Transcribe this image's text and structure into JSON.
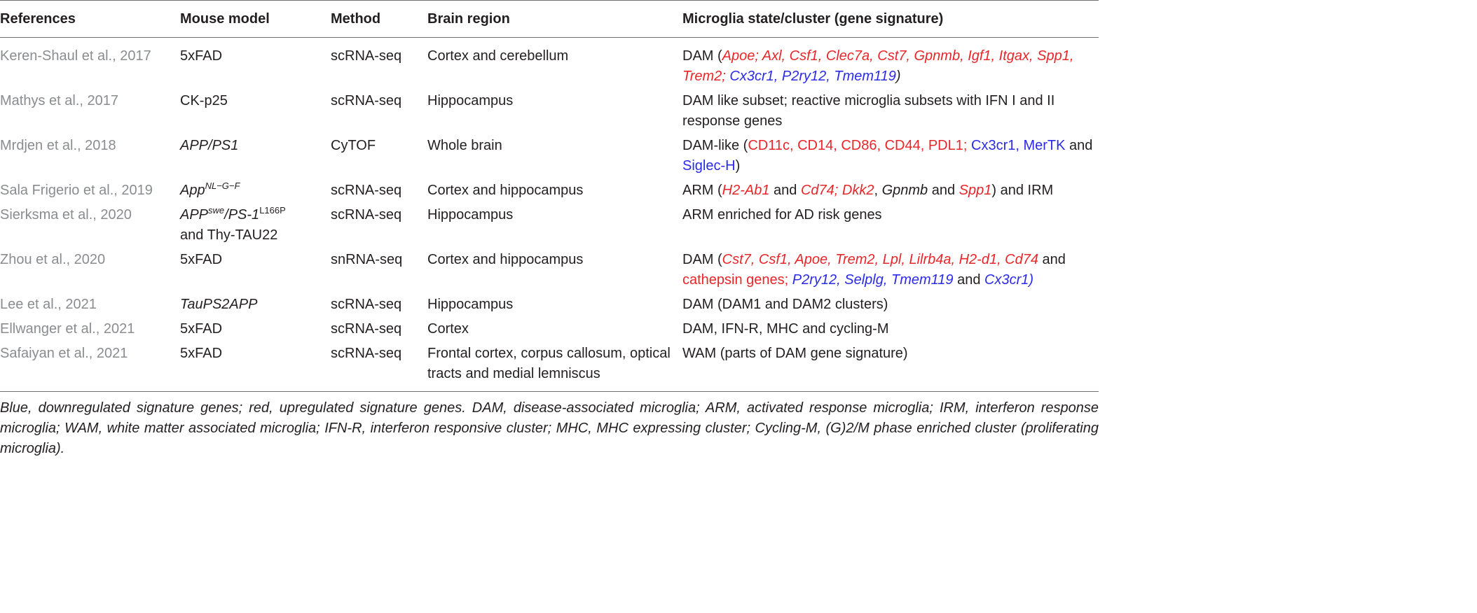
{
  "table": {
    "headers": [
      "References",
      "Mouse model",
      "Method",
      "Brain region",
      "Microglia state/cluster (gene signature)"
    ],
    "rows": [
      {
        "reference": "Keren-Shaul et al., 2017",
        "mouse_model": "5xFAD",
        "method": "scRNA-seq",
        "brain_region": "Cortex and cerebellum",
        "state": [
          {
            "t": "DAM ("
          },
          {
            "t": "Apoe; Axl, Csf1, Clec7a, Cst7, Gpnmb, Igf1, Itgax, Spp1, Trem2;",
            "c": "up",
            "i": true
          },
          {
            "t": " "
          },
          {
            "t": "Cx3cr1, P2ry12, Tmem119",
            "c": "down",
            "i": true
          },
          {
            "t": ")",
            "i": true
          }
        ]
      },
      {
        "reference": "Mathys et al., 2017",
        "mouse_model": "CK-p25",
        "method": "scRNA-seq",
        "brain_region": "Hippocampus",
        "state": [
          {
            "t": "DAM like subset; reactive microglia subsets with IFN I and II response genes"
          }
        ]
      },
      {
        "reference": "Mrdjen et al., 2018",
        "mouse_model": "APP/PS1",
        "mouse_model_italic": true,
        "method": "CyTOF",
        "brain_region": "Whole brain",
        "state": [
          {
            "t": "DAM-like ("
          },
          {
            "t": "CD11c, CD14, CD86, CD44, PDL1;",
            "c": "up"
          },
          {
            "t": " "
          },
          {
            "t": "Cx3cr1, MerTK",
            "c": "down"
          },
          {
            "t": " and "
          },
          {
            "t": "Siglec-H",
            "c": "down"
          },
          {
            "t": ")"
          }
        ]
      },
      {
        "reference": "Sala Frigerio et al., 2019",
        "mouse_model_base": "App",
        "mouse_model_sup": "NL−G−F",
        "method": "scRNA-seq",
        "brain_region": "Cortex and hippocampus",
        "state": [
          {
            "t": "ARM ("
          },
          {
            "t": "H2-Ab1",
            "c": "up",
            "i": true
          },
          {
            "t": " and "
          },
          {
            "t": "Cd74; Dkk2",
            "c": "up",
            "i": true
          },
          {
            "t": ", "
          },
          {
            "t": "Gpnmb",
            "i": true
          },
          {
            "t": " and "
          },
          {
            "t": "Spp1",
            "c": "up",
            "i": true
          },
          {
            "t": ") and IRM"
          }
        ]
      },
      {
        "reference": "Sierksma et al., 2020",
        "mouse_model_p1": "APP",
        "mouse_model_sup1": "swe",
        "mouse_model_p2": "/PS-1",
        "mouse_model_sup2": "L166P",
        "mouse_model_p3": "and Thy-TAU22",
        "method": "scRNA-seq",
        "brain_region": "Hippocampus",
        "state": [
          {
            "t": "ARM enriched for AD risk genes"
          }
        ]
      },
      {
        "reference": "Zhou et al., 2020",
        "mouse_model": "5xFAD",
        "method": "snRNA-seq",
        "brain_region": "Cortex and hippocampus",
        "state": [
          {
            "t": "DAM ("
          },
          {
            "t": "Cst7, Csf1, Apoe, Trem2, Lpl, Lilrb4a, H2-d1, Cd74",
            "c": "up",
            "i": true
          },
          {
            "t": " and "
          },
          {
            "t": "cathepsin genes;",
            "c": "up"
          },
          {
            "t": " "
          },
          {
            "t": "P2ry12, Selplg, Tmem119",
            "c": "down",
            "i": true
          },
          {
            "t": " and "
          },
          {
            "t": "Cx3cr1)",
            "c": "down",
            "i": true
          }
        ]
      },
      {
        "reference": "Lee et al., 2021",
        "mouse_model": "TauPS2APP",
        "mouse_model_italic": true,
        "method": "scRNA-seq",
        "brain_region": "Hippocampus",
        "state": [
          {
            "t": "DAM (DAM1 and DAM2 clusters)"
          }
        ]
      },
      {
        "reference": "Ellwanger et al., 2021",
        "mouse_model": "5xFAD",
        "method": "scRNA-seq",
        "brain_region": "Cortex",
        "state": [
          {
            "t": "DAM, IFN-R, MHC and cycling-M"
          }
        ]
      },
      {
        "reference": "Safaiyan et al., 2021",
        "mouse_model": "5xFAD",
        "method": "scRNA-seq",
        "brain_region": "Frontal cortex, corpus callosum, optical tracts and medial lemniscus",
        "state": [
          {
            "t": "WAM (parts of DAM gene signature)"
          }
        ]
      }
    ]
  },
  "footnote": "Blue, downregulated signature genes; red, upregulated signature genes. DAM, disease-associated microglia; ARM, activated response microglia; IRM, interferon response microglia; WAM, white matter associated microglia; IFN-R, interferon responsive cluster; MHC, MHC expressing cluster; Cycling-M, (G)2/M phase enriched cluster (proliferating microglia).",
  "colors": {
    "upregulated": "#e8262a",
    "downregulated": "#2b2be6",
    "reference_text": "#8a8c8f",
    "rule": "#6d6e71"
  }
}
